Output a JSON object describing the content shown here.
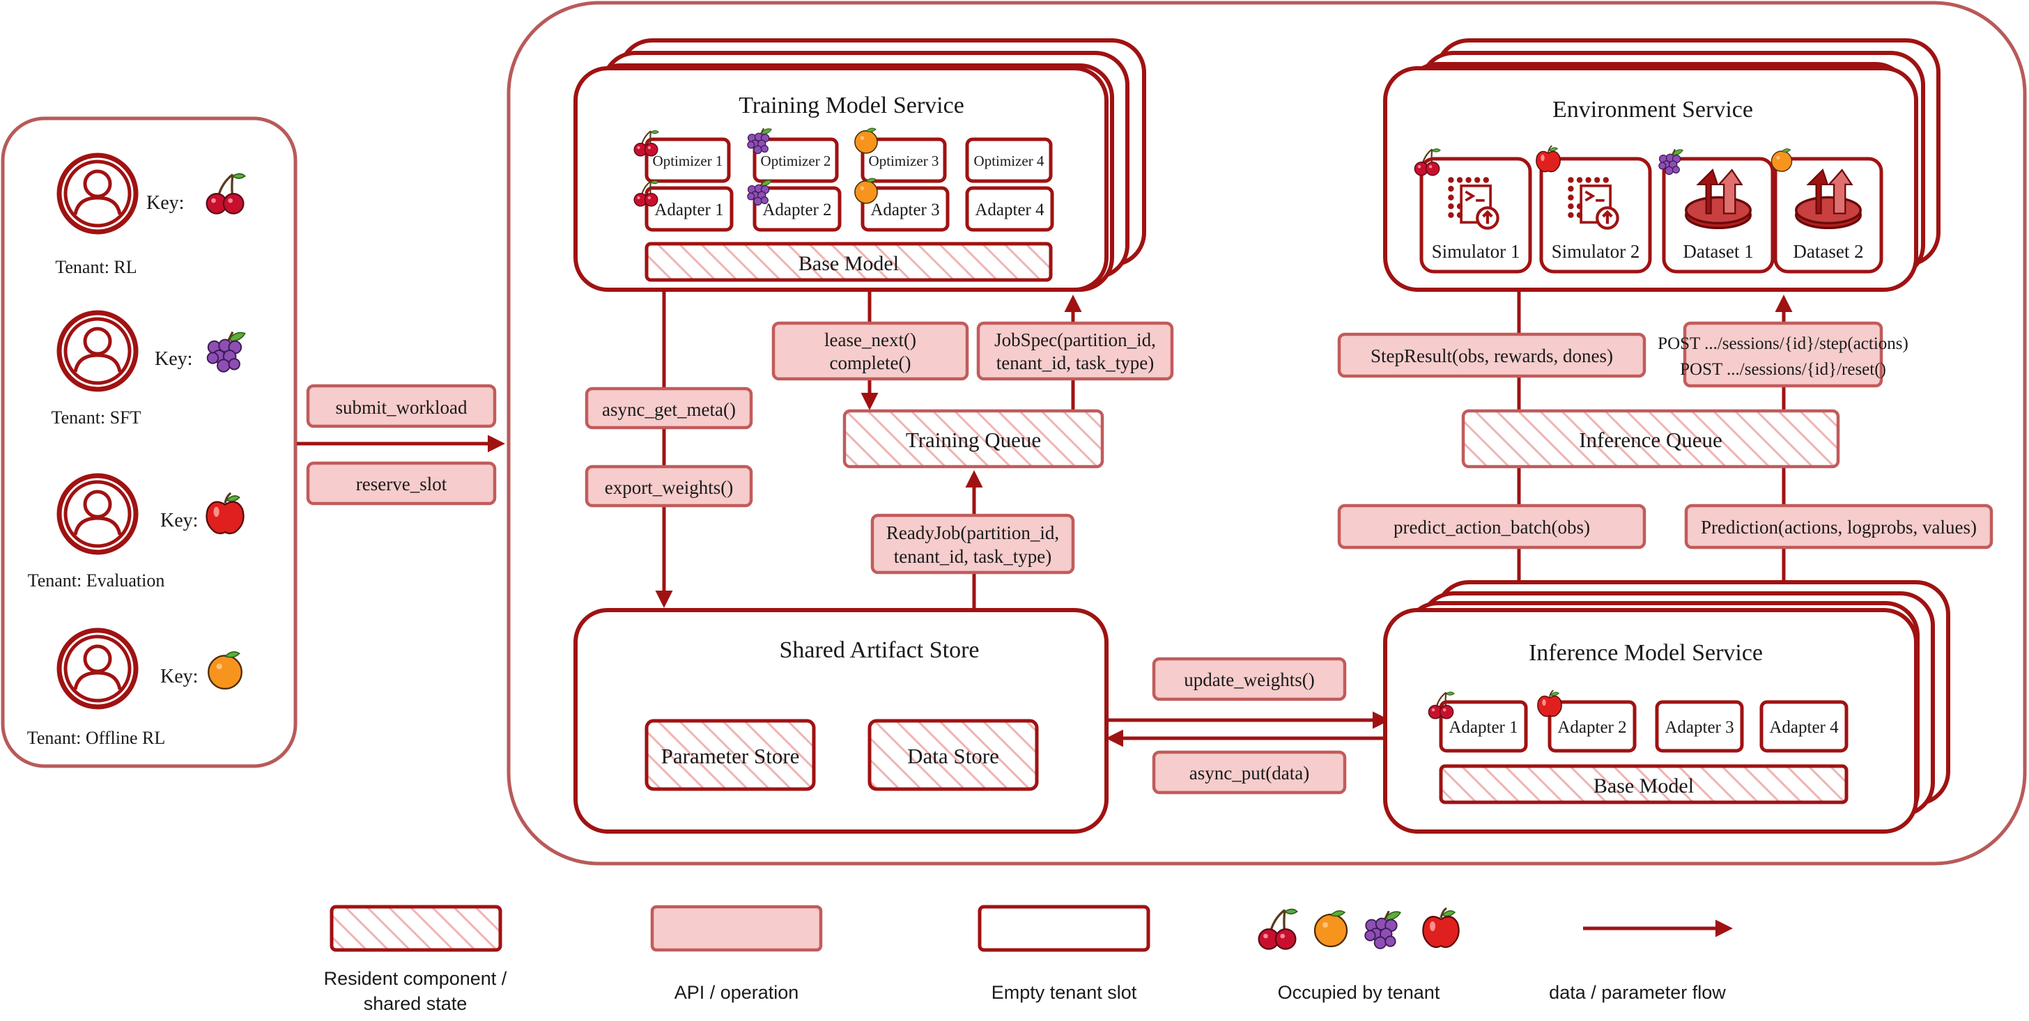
{
  "tenants": [
    {
      "label": "Tenant: RL",
      "key_label": "Key:",
      "fruit": "cherry-icon"
    },
    {
      "label": "Tenant: SFT",
      "key_label": "Key:",
      "fruit": "grapes-icon"
    },
    {
      "label": "Tenant: Evaluation",
      "key_label": "Key:",
      "fruit": "apple-icon"
    },
    {
      "label": "Tenant: Offline RL",
      "key_label": "Key:",
      "fruit": "orange-icon"
    }
  ],
  "client_ops": [
    "submit_workload",
    "reserve_slot"
  ],
  "training_service": {
    "title": "Training Model Service",
    "optimizers": [
      "Optimizer 1",
      "Optimizer 2",
      "Optimizer 3",
      "Optimizer 4"
    ],
    "adapters": [
      "Adapter 1",
      "Adapter 2",
      "Adapter 3",
      "Adapter 4"
    ],
    "base_model": "Base Model"
  },
  "training_ops": {
    "lease": [
      "lease_next()",
      "complete()"
    ],
    "jobspec": [
      "JobSpec(partition_id,",
      "tenant_id, task_type)"
    ],
    "queue": "Training Queue",
    "get_meta": "async_get_meta()",
    "export": "export_weights()",
    "ready": [
      "ReadyJob(partition_id,",
      "tenant_id, task_type)"
    ]
  },
  "artifact_store": {
    "title": "Shared Artifact Store",
    "parameter_store": "Parameter Store",
    "data_store": "Data Store"
  },
  "middle_ops": {
    "update": "update_weights()",
    "put": "async_put(data)"
  },
  "environment_service": {
    "title": "Environment Service",
    "items": [
      "Simulator 1",
      "Simulator 2",
      "Dataset 1",
      "Dataset 2"
    ]
  },
  "inference_ops": {
    "step_result": "StepResult(obs, rewards, dones)",
    "post": [
      "POST .../sessions/{id}/step(actions)",
      "POST .../sessions/{id}/reset()"
    ],
    "queue": "Inference Queue",
    "predict": "predict_action_batch(obs)",
    "prediction": "Prediction(actions, logprobs, values)"
  },
  "inference_service": {
    "title": "Inference Model Service",
    "adapters": [
      "Adapter 1",
      "Adapter 2",
      "Adapter 3",
      "Adapter 4"
    ],
    "base_model": "Base Model"
  },
  "legend": {
    "resident": [
      "Resident component /",
      "shared state"
    ],
    "api": "API / operation",
    "empty": "Empty tenant slot",
    "occupied": "Occupied by tenant",
    "flow": "data / parameter flow"
  },
  "colors": {
    "accent": "#a01212",
    "api_fill": "#f6cccc",
    "outer_border": "#b85a5a"
  }
}
